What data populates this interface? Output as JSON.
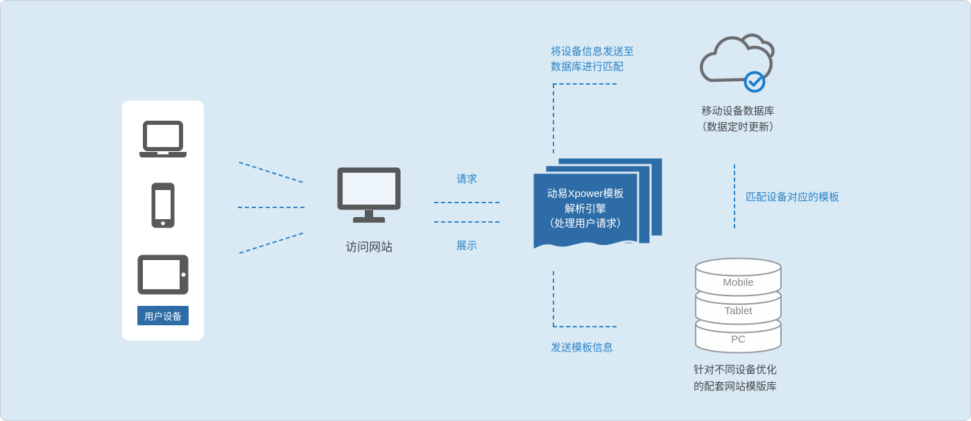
{
  "canvas": {
    "background": "#daeaf5",
    "accent_blue": "#2a82c6",
    "engine_blue": "#2d6ca6",
    "icon_gray": "#58595b"
  },
  "devices": {
    "badge_label": "用户设备",
    "icons": [
      "laptop-icon",
      "smartphone-icon",
      "tablet-icon"
    ]
  },
  "website": {
    "label": "访问网站",
    "icon": "monitor-icon"
  },
  "flow_labels": {
    "request": "请求",
    "display": "展示"
  },
  "engine": {
    "title_line1": "动易Xpower模板",
    "title_line2": "解析引擎",
    "title_line3": "（处理用户请求）"
  },
  "device_database": {
    "send_info_line1": "将设备信息发送至",
    "send_info_line2": "数据库进行匹配",
    "icon": "cloud-check-icon",
    "caption_line1": "移动设备数据库",
    "caption_line2": "（数据定时更新）"
  },
  "template_library": {
    "match_label": "匹配设备对应的模板",
    "send_label": "发送模板信息",
    "cylinders": [
      "Mobile",
      "Tablet",
      "PC"
    ],
    "caption_line1": "针对不同设备优化",
    "caption_line2": "的配套网站模版库"
  }
}
